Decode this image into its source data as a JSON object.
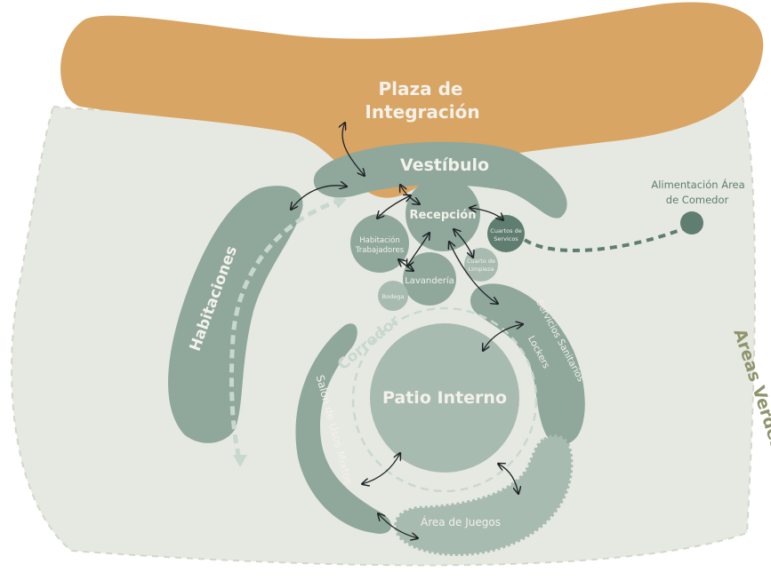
{
  "diagram": {
    "colors": {
      "plaza": "#d8a564",
      "zone_bg": "#e6e9e1",
      "zone_border": "#d2d7cc",
      "sage": "#8fa89b",
      "sage_light": "#a8bbb0",
      "sage_dark": "#5f7d70",
      "corridor_line": "#c9d8cf",
      "label_light": "#f3f1ea",
      "label_olive": "#8f946d"
    },
    "labels": {
      "plaza_line1": "Plaza de",
      "plaza_line2": "Integración",
      "vestibulo": "Vestíbulo",
      "recepcion": "Recepción",
      "habitacion_trab_line1": "Habitación",
      "habitacion_trab_line2": "Trabajadores",
      "cuartos_servicios_line1": "Cuartos de",
      "cuartos_servicios_line2": "Servicos",
      "cuarto_limpieza_line1": "Cuarto de",
      "cuarto_limpieza_line2": "Limpieza",
      "lavanderia": "Lavandería",
      "bodega": "Bodega",
      "alimentacion_line1": "Alimentación Área",
      "alimentacion_line2": "de Comedor",
      "habitaciones": "Habitaciones",
      "corredor": "Corredor",
      "patio_interno": "Patio Interno",
      "servicios_sanitarios": "Servicios Sanitarios",
      "lockers": "Lockers",
      "salon_usos_mixtos": "Salón de Usos Mixtos",
      "area_juegos": "Área de Juegos",
      "areas_verdes": "Areas Verdes"
    }
  }
}
